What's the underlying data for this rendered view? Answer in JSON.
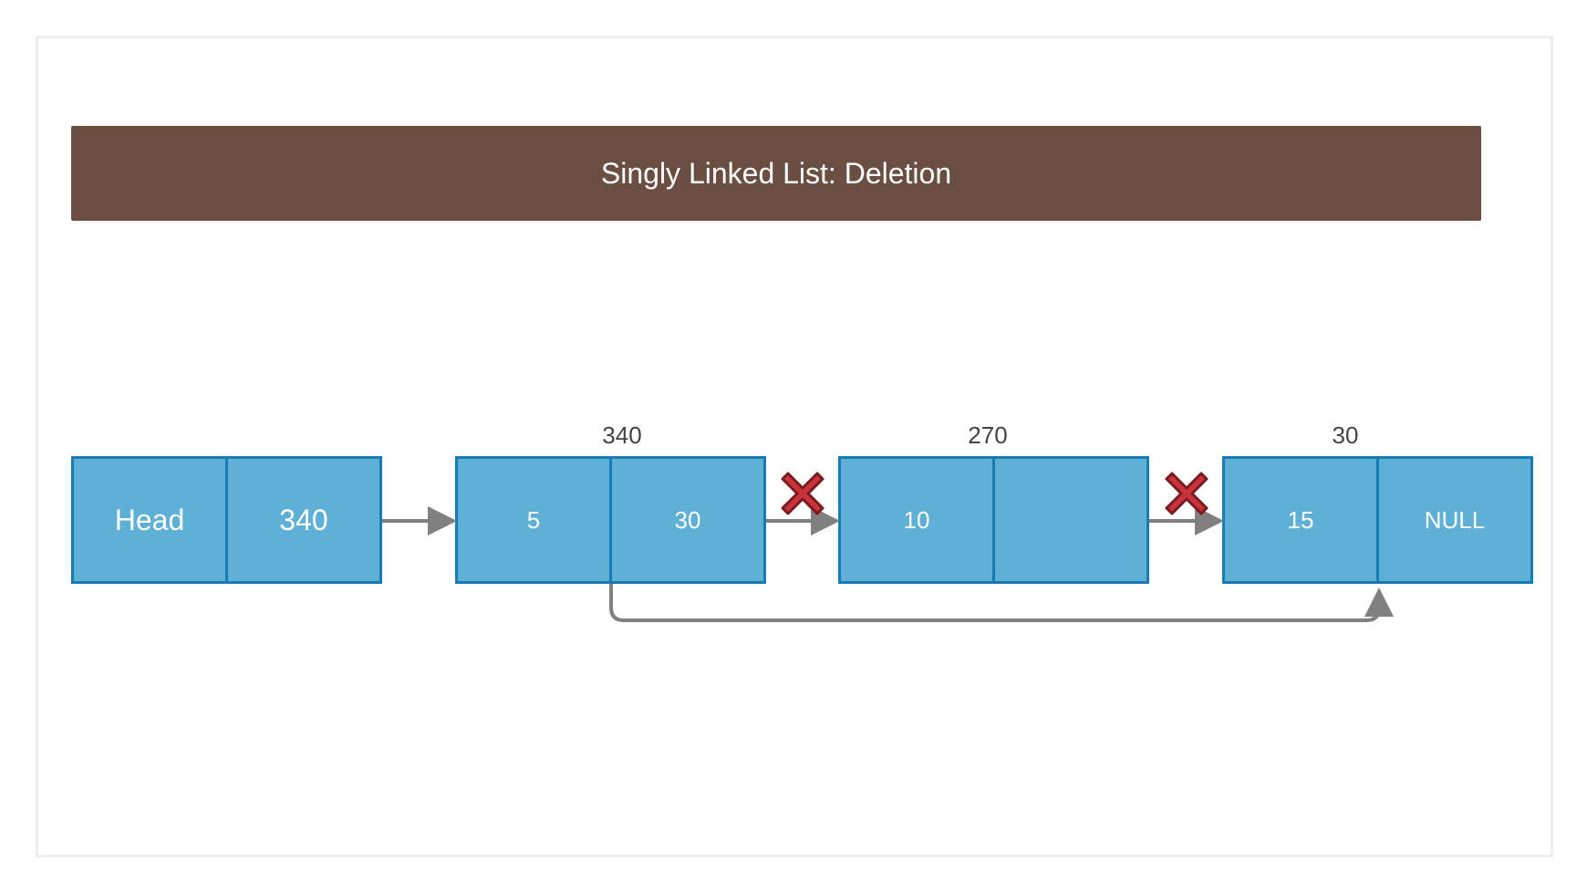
{
  "title": "Singly Linked List: Deletion",
  "head": {
    "label": "Head",
    "pointer": "340"
  },
  "nodes": [
    {
      "address": "340",
      "value": "5",
      "next": "30"
    },
    {
      "address": "270",
      "value": "10",
      "next": ""
    },
    {
      "address": "30",
      "value": "15",
      "next": "NULL"
    }
  ],
  "colors": {
    "banner": "#6a4e42",
    "node_fill": "#5fb0d6",
    "node_border": "#1a7ab4",
    "arrow": "#808080",
    "delete_mark": "#c8333c"
  },
  "icons": {
    "broken_link": "delete-x-icon"
  }
}
